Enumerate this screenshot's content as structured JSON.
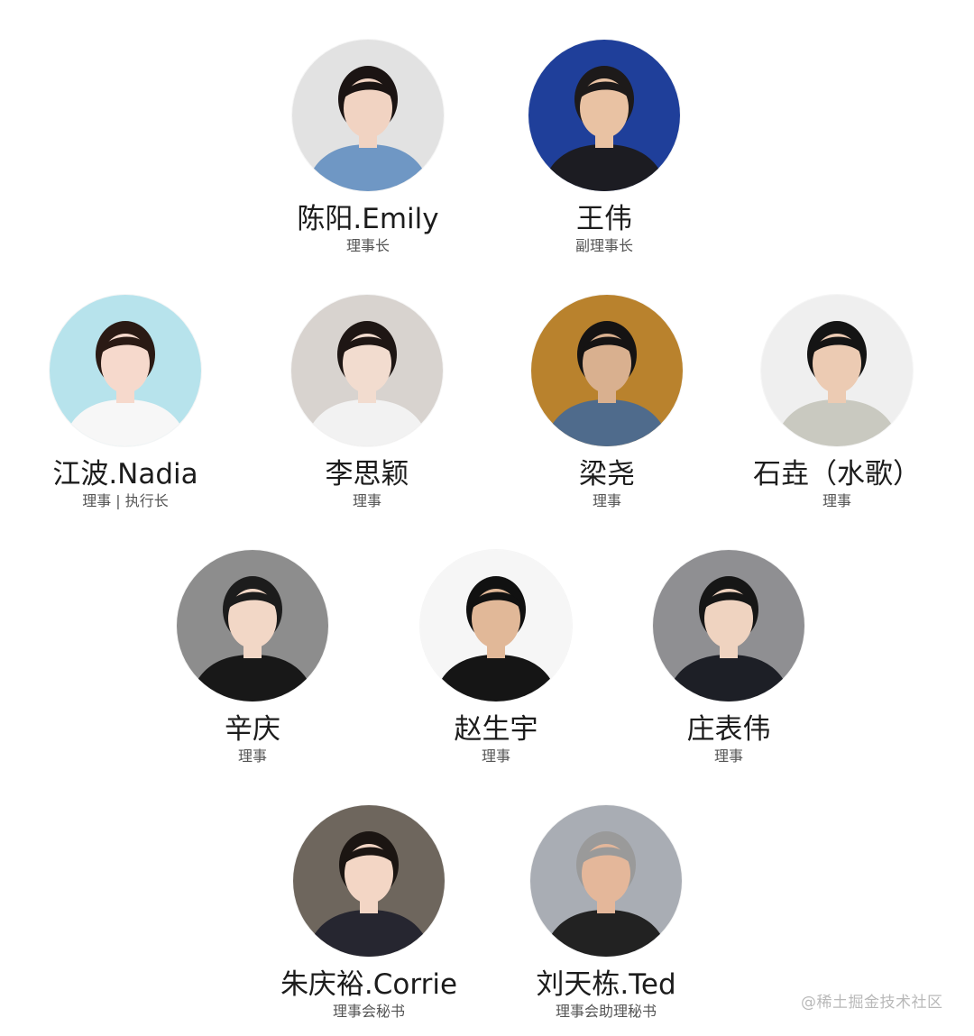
{
  "members": [
    {
      "name": "陈阳.Emily",
      "role": "理事长",
      "bg": "#e2e2e2",
      "skin": "#f1d3c2",
      "hair": "#1b1413",
      "shirt": "#6f97c4"
    },
    {
      "name": "王伟",
      "role": "副理事长",
      "bg": "#1f3f9a",
      "skin": "#e9c2a3",
      "hair": "#1d1a1a",
      "shirt": "#1c1c22"
    },
    {
      "name": "江波.Nadia",
      "role": "理事 | 执行长",
      "bg": "#b7e3ec",
      "skin": "#f6d9cc",
      "hair": "#2a1a14",
      "shirt": "#f7f7f7"
    },
    {
      "name": "李思颖",
      "role": "理事",
      "bg": "#d8d3cf",
      "skin": "#f2dccf",
      "hair": "#1e1614",
      "shirt": "#f2f2f2"
    },
    {
      "name": "梁尧",
      "role": "理事",
      "bg": "#b9822d",
      "skin": "#d9b08f",
      "hair": "#151313",
      "shirt": "#4f6b8c"
    },
    {
      "name": "石垚（水歌）",
      "role": "理事",
      "bg": "#efefef",
      "skin": "#eccbb3",
      "hair": "#141414",
      "shirt": "#c9c9c0"
    },
    {
      "name": "辛庆",
      "role": "理事",
      "bg": "#8d8d8d",
      "skin": "#f2d7c6",
      "hair": "#1c1c1c",
      "shirt": "#181818"
    },
    {
      "name": "赵生宇",
      "role": "理事",
      "bg": "#f6f6f6",
      "skin": "#e1b898",
      "hair": "#111111",
      "shirt": "#151515"
    },
    {
      "name": "庄表伟",
      "role": "理事",
      "bg": "#8f8f92",
      "skin": "#efd3c0",
      "hair": "#161616",
      "shirt": "#1d1f26"
    },
    {
      "name": "朱庆裕.Corrie",
      "role": "理事会秘书",
      "bg": "#6e665d",
      "skin": "#f3d6c5",
      "hair": "#1b1512",
      "shirt": "#262630"
    },
    {
      "name": "刘天栋.Ted",
      "role": "理事会助理秘书",
      "bg": "#a9adb4",
      "skin": "#e4b79a",
      "hair": "#9a9a9a",
      "shirt": "#222222"
    }
  ],
  "watermark": "@稀土掘金技术社区"
}
